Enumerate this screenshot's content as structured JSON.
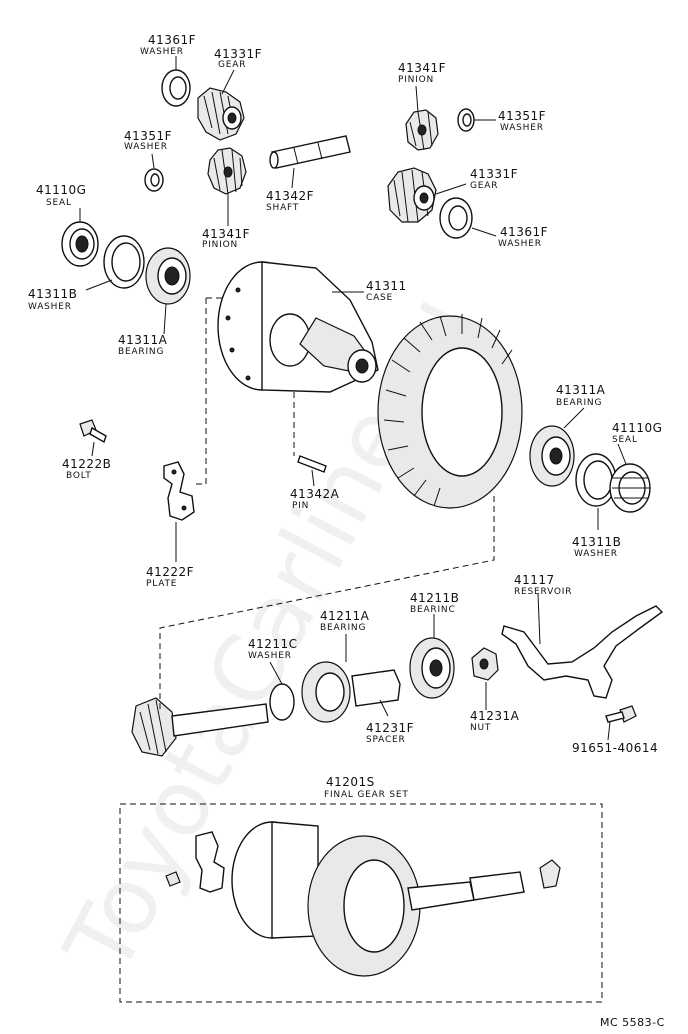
{
  "watermark": "ToyotaCarline.ru",
  "diagram_code": "MC 5583-C",
  "parts": {
    "washer_41361f_top": {
      "number": "41361F",
      "name": "WASHER"
    },
    "gear_41331f_top": {
      "number": "41331F",
      "name": "GEAR"
    },
    "pinion_41341f_top": {
      "number": "41341F",
      "name": "PINION"
    },
    "washer_41351f_right": {
      "number": "41351F",
      "name": "WASHER"
    },
    "washer_41351f_left": {
      "number": "41351F",
      "name": "WASHER"
    },
    "gear_41331f_right": {
      "number": "41331F",
      "name": "GEAR"
    },
    "seal_41110g_left": {
      "number": "41110G",
      "name": "SEAL"
    },
    "shaft_41342f": {
      "number": "41342F",
      "name": "SHAFT"
    },
    "pinion_41341f_left": {
      "number": "41341F",
      "name": "PINION"
    },
    "washer_41361f_right": {
      "number": "41361F",
      "name": "WASHER"
    },
    "case_41311": {
      "number": "41311",
      "name": "CASE"
    },
    "washer_41311b_left": {
      "number": "41311B",
      "name": "WASHER"
    },
    "bearing_41311a_left": {
      "number": "41311A",
      "name": "BEARING"
    },
    "bearing_41311a_right": {
      "number": "41311A",
      "name": "BEARING"
    },
    "seal_41110g_right": {
      "number": "41110G",
      "name": "SEAL"
    },
    "bolt_41222b": {
      "number": "41222B",
      "name": "BOLT"
    },
    "pin_41342a": {
      "number": "41342A",
      "name": "PIN"
    },
    "washer_41311b_right": {
      "number": "41311B",
      "name": "WASHER"
    },
    "plate_41222f": {
      "number": "41222F",
      "name": "PLATE"
    },
    "reservoir_41117": {
      "number": "41117",
      "name": "RESERVOIR"
    },
    "bearing_41211b": {
      "number": "41211B",
      "name": "BEARINC"
    },
    "bearing_41211a": {
      "number": "41211A",
      "name": "BEARING"
    },
    "washer_41211c": {
      "number": "41211C",
      "name": "WASHER"
    },
    "spacer_41231f": {
      "number": "41231F",
      "name": "SPACER"
    },
    "nut_41231a": {
      "number": "41231A",
      "name": "NUT"
    },
    "bolt_91651": {
      "number": "91651-40614",
      "name": ""
    },
    "final_gear_set_41201s": {
      "number": "41201S",
      "name": "FINAL GEAR SET"
    }
  }
}
